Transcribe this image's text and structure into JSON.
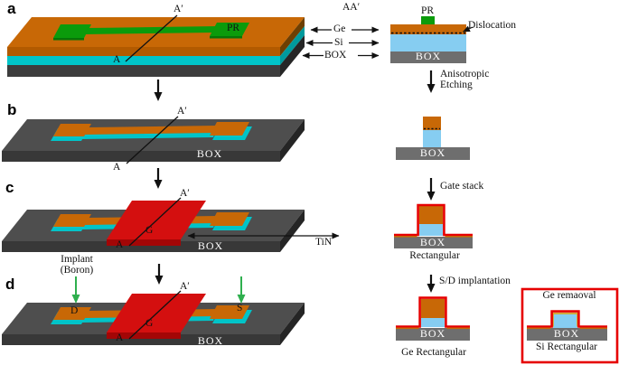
{
  "figure": {
    "type": "fabrication-process-flow-diagram",
    "colors": {
      "ge_orange": "#c86806",
      "si_cyan_3d": "#00c4c8",
      "si_light_blue_section": "#86cdf1",
      "box_gray_3d": "#4e4e4e",
      "box_gray_section": "#6e6e6e",
      "pr_green": "#0b9b0b",
      "gate_red": "#d40f0f",
      "implant_arrow_green": "#2faf4e",
      "highlight_box_red": "#e60000"
    }
  },
  "panel_a": {
    "letter": "a",
    "pr_label": "PR",
    "cut_top": "A′",
    "cut_bottom": "A",
    "section_title": "AA′",
    "layer_ge": "Ge",
    "layer_si": "Si",
    "layer_box": "BOX",
    "section_pr": "PR",
    "section_box": "BOX",
    "dislocation": "Dislocation",
    "step_label_line1": "Anisotropic",
    "step_label_line2": "Etching"
  },
  "panel_b": {
    "letter": "b",
    "cut_top": "A′",
    "cut_bottom": "A",
    "slab_box": "BOX",
    "section_box": "BOX",
    "step_label": "Gate stack"
  },
  "panel_c": {
    "letter": "c",
    "cut_top": "A′",
    "cut_bottom": "A",
    "gate_label": "G",
    "slab_box": "BOX",
    "tin_label": "TiN",
    "section_box": "BOX",
    "section_caption": "Rectangular",
    "step_label": "S/D implantation"
  },
  "panel_d": {
    "letter": "d",
    "implant_line1": "Implant",
    "implant_line2": "(Boron)",
    "drain_label": "D",
    "source_label": "S",
    "gate_label": "G",
    "cut_top": "A′",
    "cut_bottom": "A",
    "slab_box": "BOX",
    "section_box": "BOX",
    "section_caption": "Ge Rectangular",
    "inset": {
      "title": "Ge remaoval",
      "box": "BOX",
      "caption": "Si Rectangular"
    }
  }
}
